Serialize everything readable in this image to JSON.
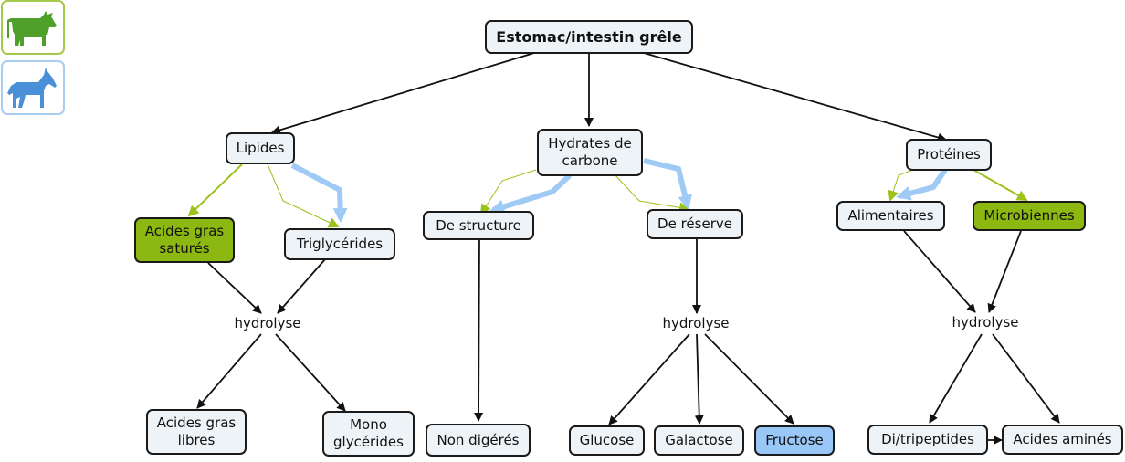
{
  "legend": [
    {
      "name": "cow-icon",
      "label": "Bovin",
      "color": "#4ea02a",
      "border": "#a3c94d"
    },
    {
      "name": "horse-icon",
      "label": "Cheval",
      "color": "#4a90d9",
      "border": "#a8cdf0"
    }
  ],
  "colors": {
    "edge": "#111111",
    "green": "#9cc21c",
    "blue": "#9fcaf5"
  },
  "nodes": {
    "root": "Estomac/intestin grêle",
    "lipides": "Lipides",
    "hydrates": "Hydrates de\ncarbone",
    "proteines": "Protéines",
    "ags": "Acides gras\nsaturés",
    "trigly": "Triglycérides",
    "structure": "De structure",
    "reserve": "De réserve",
    "alimentaires": "Alimentaires",
    "microbiennes": "Microbiennes",
    "agl": "Acides gras\nlibres",
    "mono": "Mono\nglycérides",
    "nondig": "Non digérés",
    "glucose": "Glucose",
    "galactose": "Galactose",
    "fructose": "Fructose",
    "dipep": "Di/tripeptides",
    "aa": "Acides aminés"
  },
  "labels": {
    "hydro1": "hydrolyse",
    "hydro2": "hydrolyse",
    "hydro3": "hydrolyse"
  }
}
